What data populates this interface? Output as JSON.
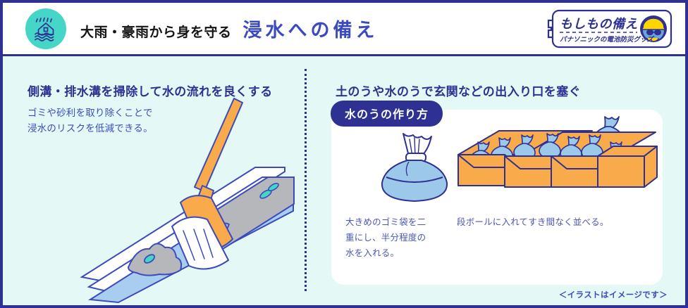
{
  "header": {
    "icon_name": "flooded-house-icon",
    "subtitle": "大雨・豪雨から身を守る",
    "title": "浸水への備え",
    "logo": {
      "main": "もしもの備え",
      "sub": "パナソニックの電池防災グッズ",
      "icon_name": "helmet-person-icon"
    }
  },
  "panels": {
    "left": {
      "heading": "側溝・排水溝を掃除して水の流れを良くする",
      "body_line1": "ゴミや砂利を取り除くことで",
      "body_line2": "浸水のリスクを低減できる。",
      "illustration_name": "broom-cleaning-gutter-illustration"
    },
    "right": {
      "heading": "土のうや水のうで玄関などの出入り口を塞ぐ",
      "badge": "水のうの作り方",
      "caption_left_line1": "大きめのゴミ袋を二",
      "caption_left_line2": "重にし、半分程度の",
      "caption_left_line3": "水を入れる。",
      "caption_right": "段ボールに入れてすき間なく並べる。",
      "illustration_bag_name": "water-filled-bag-illustration",
      "illustration_boxes_name": "cardboard-boxes-with-water-bags-illustration"
    }
  },
  "footer_note": "＜イラストはイメージです＞",
  "colors": {
    "border_navy": "#2e3192",
    "page_bg": "#e4f8f6",
    "title_blue": "#3b4bbf",
    "icon_teal": "#45d6c8",
    "orange": "#f9ab4b",
    "water_blue": "#9cc8ea",
    "stream_blue": "#a9cdee",
    "gray_debris": "#b6b7ba",
    "arrow_pink": "#f2a0a4",
    "logo_yellow": "#ffd500"
  }
}
